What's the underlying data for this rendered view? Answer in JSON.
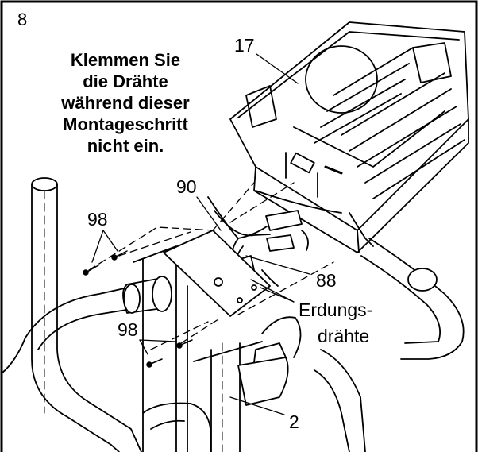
{
  "step_number": "8",
  "warning_note": {
    "lines": [
      "Klemmen Sie",
      "die Drähte",
      "während dieser",
      "Montageschritt",
      "nicht ein."
    ]
  },
  "callouts": {
    "part_17": "17",
    "part_90": "90",
    "part_98_upper": "98",
    "part_98_lower": "98",
    "part_88": "88",
    "ground_wires_line1": "Erdungs-",
    "ground_wires_line2": "drähte",
    "part_2": "2"
  }
}
